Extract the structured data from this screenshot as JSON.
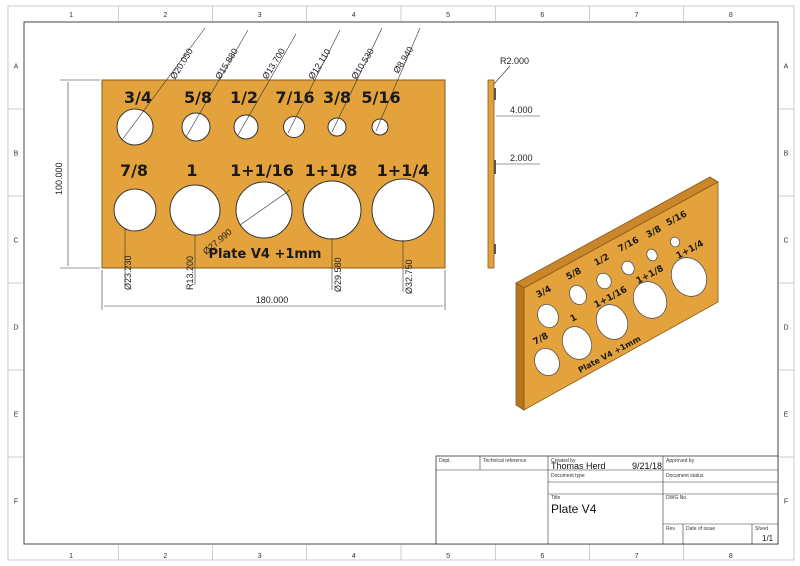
{
  "border": {
    "columns": [
      "1",
      "2",
      "3",
      "4",
      "5",
      "6",
      "7",
      "8"
    ],
    "rows": [
      "A",
      "B",
      "C",
      "D",
      "E",
      "F"
    ]
  },
  "front_view": {
    "fractions_row1": [
      "3/4",
      "5/8",
      "1/2",
      "7/16",
      "3/8",
      "5/16"
    ],
    "fractions_row2": [
      "7/8",
      "1",
      "1+1/16",
      "1+1/8",
      "1+1/4"
    ],
    "plate_label": "Plate V4 +1mm",
    "diameters_top": [
      "Ø20.050",
      "Ø15.880",
      "Ø13.700",
      "Ø12.110",
      "Ø10.530",
      "Ø8.940"
    ],
    "dim_left": "Ø23.230",
    "dim_radius": "R13.200",
    "dim_center": "Ø27.990",
    "dim_right1": "Ø29.580",
    "dim_right2": "Ø32.750",
    "height": "100.000",
    "width": "180.000"
  },
  "side_view": {
    "radius": "R2.000",
    "thickness_top": "4.000",
    "thickness_bottom": "2.000"
  },
  "iso_view": {
    "fractions_row1": [
      "3/4",
      "5/8",
      "1/2",
      "7/16",
      "3/8",
      "5/16"
    ],
    "fractions_row2": [
      "7/8",
      "1",
      "1+1/16",
      "1+1/8",
      "1+1/4"
    ],
    "plate_label": "Plate V4 +1mm"
  },
  "title_block": {
    "dept_label": "Dept.",
    "tech_ref_label": "Technical reference",
    "created_by_label": "Created by",
    "created_by": "Thomas Herd",
    "date": "9/21/18",
    "approved_by_label": "Approved by",
    "doc_type_label": "Document type",
    "doc_status_label": "Document status",
    "title_label": "Title",
    "title": "Plate V4",
    "dwg_no_label": "DWG No.",
    "rev_label": "Rev.",
    "date_of_issue_label": "Date of issue",
    "sheet_label": "Sheet",
    "sheet": "1/1"
  },
  "colors": {
    "plate": "#e3a23c",
    "plate_edge": "#8a5a14",
    "hole": "#ffffff"
  }
}
